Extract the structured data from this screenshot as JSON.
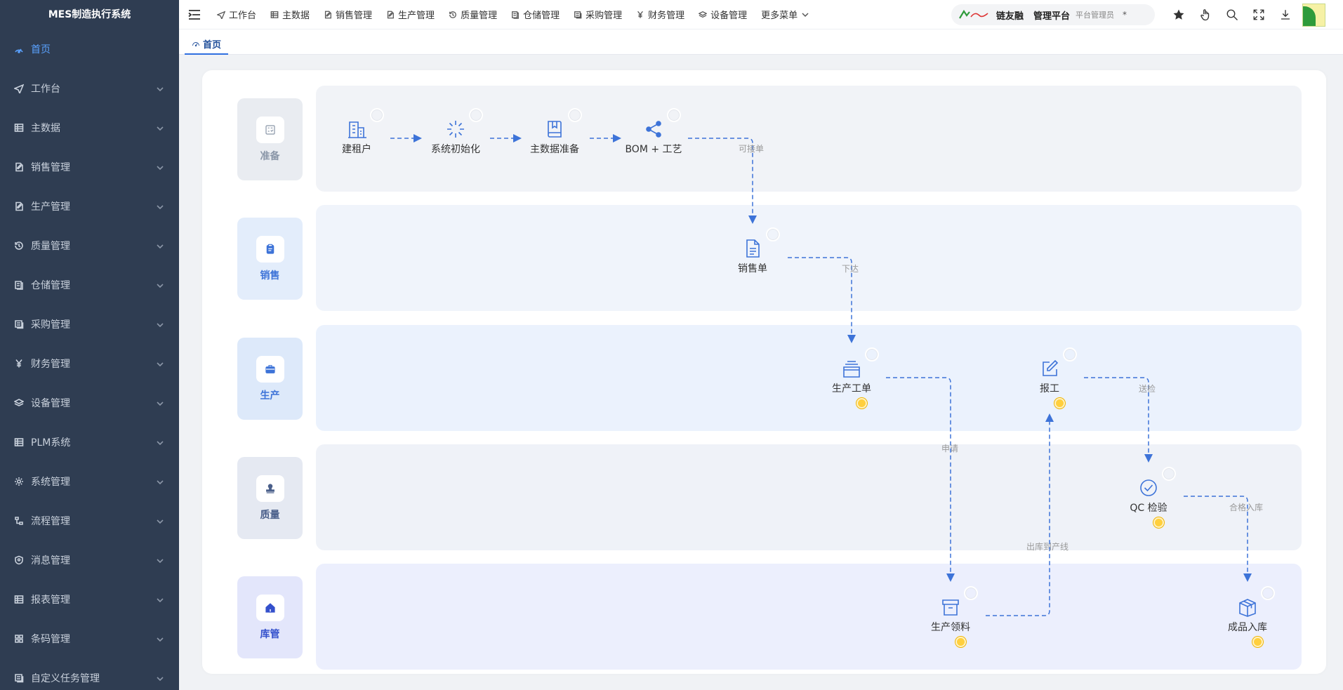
{
  "app_title": "MES制造执行系统",
  "sidebar": {
    "items": [
      {
        "label": "首页",
        "icon": "dashboard-icon",
        "active": true,
        "expandable": false
      },
      {
        "label": "工作台",
        "icon": "send-icon",
        "expandable": true
      },
      {
        "label": "主数据",
        "icon": "grid-icon",
        "expandable": true
      },
      {
        "label": "销售管理",
        "icon": "edit-doc-icon",
        "expandable": true
      },
      {
        "label": "生产管理",
        "icon": "edit-doc-icon",
        "expandable": true
      },
      {
        "label": "质量管理",
        "icon": "history-icon",
        "expandable": true
      },
      {
        "label": "仓储管理",
        "icon": "doc-icon",
        "expandable": true
      },
      {
        "label": "采购管理",
        "icon": "purchase-icon",
        "expandable": true
      },
      {
        "label": "财务管理",
        "icon": "yen-icon",
        "expandable": true
      },
      {
        "label": "设备管理",
        "icon": "layers-icon",
        "expandable": true
      },
      {
        "label": "PLM系统",
        "icon": "grid-icon",
        "expandable": true
      },
      {
        "label": "系统管理",
        "icon": "gear-icon",
        "expandable": true
      },
      {
        "label": "流程管理",
        "icon": "flow-icon",
        "expandable": true
      },
      {
        "label": "消息管理",
        "icon": "shield-icon",
        "expandable": true
      },
      {
        "label": "报表管理",
        "icon": "grid-icon",
        "expandable": true
      },
      {
        "label": "条码管理",
        "icon": "barcode-icon",
        "expandable": true
      },
      {
        "label": "自定义任务管理",
        "icon": "purchase-icon",
        "expandable": true
      }
    ]
  },
  "topnav": {
    "items": [
      {
        "label": "工作台"
      },
      {
        "label": "主数据"
      },
      {
        "label": "销售管理"
      },
      {
        "label": "生产管理"
      },
      {
        "label": "质量管理"
      },
      {
        "label": "仓储管理"
      },
      {
        "label": "采购管理"
      },
      {
        "label": "财务管理"
      },
      {
        "label": "设备管理"
      },
      {
        "label": "更多菜单"
      }
    ]
  },
  "tenant": {
    "brand": "链友融",
    "platform": "管理平台",
    "role": "平台管理员",
    "mark": "*"
  },
  "tabs": [
    {
      "label": "首页"
    }
  ],
  "lanes": [
    {
      "label": "准备",
      "color": "#8a96a8",
      "bg": "#e9ecf1",
      "lane_bg": "#f1f3f7",
      "icon": "checklist-icon"
    },
    {
      "label": "销售",
      "color": "#3d73d8",
      "bg": "#e3edfb",
      "lane_bg": "#f0f4fb",
      "icon": "clipboard-icon"
    },
    {
      "label": "生产",
      "color": "#3d73d8",
      "bg": "#dde9fa",
      "lane_bg": "#ebf2fd",
      "icon": "briefcase-icon"
    },
    {
      "label": "质量",
      "color": "#4a5f8a",
      "bg": "#e5e9f2",
      "lane_bg": "#eff2f8",
      "icon": "stamp-icon"
    },
    {
      "label": "库管",
      "color": "#3450cc",
      "bg": "#e3e6fb",
      "lane_bg": "#eceffd",
      "icon": "home-icon"
    }
  ],
  "nodes": {
    "tenant": {
      "label": "建租户"
    },
    "init": {
      "label": "系统初始化"
    },
    "masterdata": {
      "label": "主数据准备"
    },
    "bom": {
      "label": "BOM + 工艺"
    },
    "salesorder": {
      "label": "销售单"
    },
    "workorder": {
      "label": "生产工单"
    },
    "report": {
      "label": "报工"
    },
    "qc": {
      "label": "QC 检验"
    },
    "picking": {
      "label": "生产领料"
    },
    "fg": {
      "label": "成品入库"
    }
  },
  "edges": {
    "can_take_order": "可接单",
    "issue": "下达",
    "apply": "申请",
    "to_inspect": "送检",
    "out_to_line": "出库到产线",
    "qualified_in": "合格入库"
  }
}
